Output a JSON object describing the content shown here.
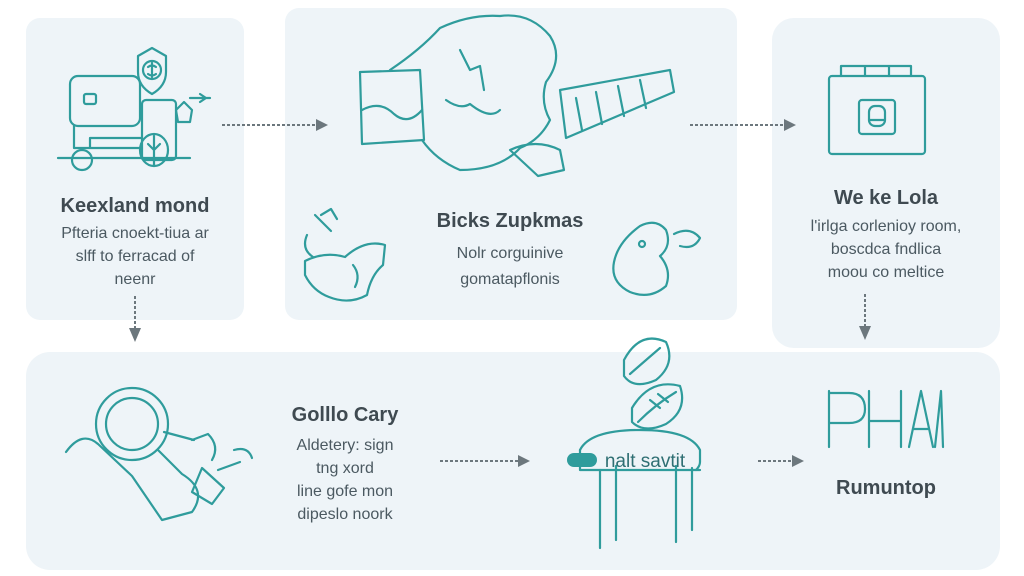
{
  "colors": {
    "panel": "#eef4f8",
    "accent": "#2f9c9c",
    "text": "#3f4a51",
    "arrow": "#6c777d"
  },
  "steps": [
    {
      "title": "Keexland mond",
      "lines": [
        "Pfteria cnoekt-tiua ar",
        "slff to ferracad of",
        "neenr"
      ],
      "icon": "shield-coin-truck-icon"
    },
    {
      "title": "Bicks Zupkmas",
      "lines": [
        "Nolr corguinive",
        "gomatapflonis"
      ],
      "icon": "map-icon"
    },
    {
      "title": "We ke Lola",
      "lines": [
        "l'irlga corlenioy room,",
        "boscdca fndlica",
        "moou co meltice"
      ],
      "icon": "locker-icon"
    },
    {
      "title": "Golllo Cary",
      "lines": [
        "Aldetery: sign",
        "tng xord",
        "line gofe mon",
        "dipeslo noork"
      ],
      "icon": "magnifier-device-icon"
    },
    {
      "title": "",
      "lines": [
        "nalt savtit"
      ],
      "icon": "table-leaves-icon"
    },
    {
      "title": "Rumuntop",
      "lines": [],
      "icon": "pha-letters-icon"
    }
  ]
}
